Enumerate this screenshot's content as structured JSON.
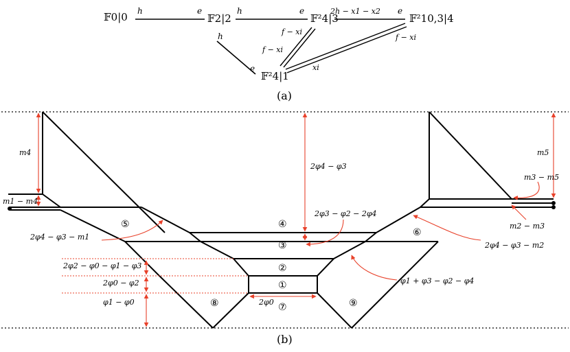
{
  "panel_a": {
    "caption": "(a)",
    "nodes": {
      "n0": "𝔽0|0",
      "n2": "𝔽2|2",
      "n3": "𝔽²4|3",
      "n4": "𝔽²10,3|4",
      "n1": "𝔽²4|1"
    },
    "edge_labels": {
      "e01_h": "h",
      "e01_e": "e",
      "e23_h": "h",
      "e23_e": "e",
      "e34_left": "2h − x1 − x2",
      "e34_right": "e",
      "e21_h": "h",
      "e21_e": "e",
      "e31_fx_top": "f − xi",
      "e31_fx_mid": "f − xi",
      "e41_fx": "f − xi",
      "e41_xi": "xi"
    }
  },
  "panel_b": {
    "caption": "(b)",
    "faces": [
      "①",
      "②",
      "③",
      "④",
      "⑤",
      "⑥",
      "⑦",
      "⑧",
      "⑨"
    ],
    "labels": {
      "m4": "m4",
      "m1m4": "m1 − m4",
      "m5": "m5",
      "m3m5": "m3 − m5",
      "m2m3": "m2 − m3",
      "p4p3": "2φ4 − φ3",
      "p3p2p4": "2φ3 − φ2 − 2φ4",
      "p4p3m1": "2φ4 − φ3 − m1",
      "p4p3m2": "2φ4 − φ3 − m2",
      "p2p0p1p3": "2φ2 − φ0 − φ1 − φ3",
      "p0p2": "2φ0 − φ2",
      "p1p0": "φ1 − φ0",
      "p0": "2φ0",
      "p1p3p2p4": "φ1 + φ3 − φ2 − φ4"
    }
  },
  "colors": {
    "ink": "#000000",
    "annotation": "#e8412a"
  }
}
